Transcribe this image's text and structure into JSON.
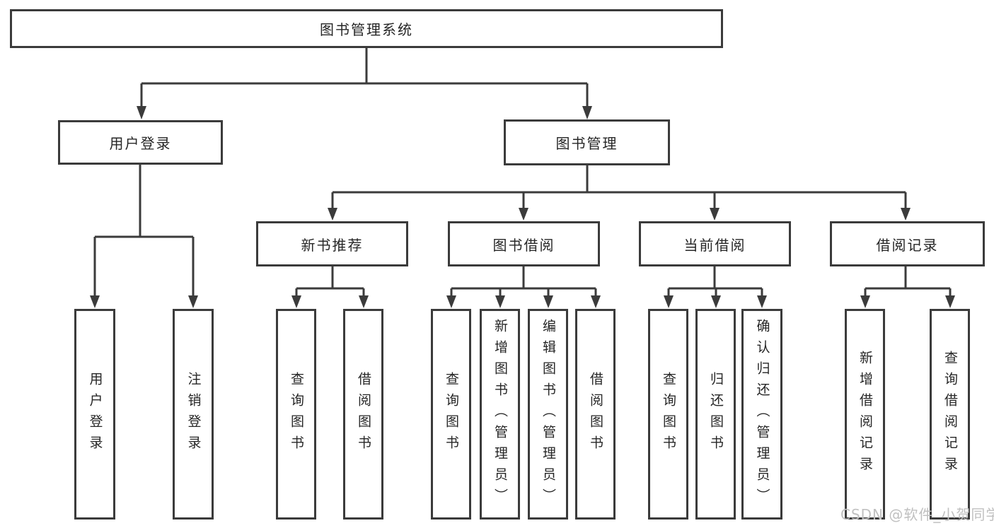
{
  "diagram": {
    "type": "hierarchy",
    "colors": {
      "line": "#3b3b3b",
      "box_border": "#3b3b3b",
      "box_fill": "#ffffff",
      "text": "#262626",
      "watermark": "#c0c0c0"
    },
    "tree": {
      "label": "图书管理系统",
      "children": [
        {
          "label": "用户登录",
          "children": [
            {
              "label": "用户登录"
            },
            {
              "label": "注销登录"
            }
          ]
        },
        {
          "label": "图书管理",
          "children": [
            {
              "label": "新书推荐",
              "children": [
                {
                  "label": "查询图书"
                },
                {
                  "label": "借阅图书"
                }
              ]
            },
            {
              "label": "图书借阅",
              "children": [
                {
                  "label": "查询图书"
                },
                {
                  "label": "新增图书（管理员）"
                },
                {
                  "label": "编辑图书（管理员）"
                },
                {
                  "label": "借阅图书"
                }
              ]
            },
            {
              "label": "当前借阅",
              "children": [
                {
                  "label": "查询图书"
                },
                {
                  "label": "归还图书"
                },
                {
                  "label": "确认归还（管理员）"
                }
              ]
            },
            {
              "label": "借阅记录",
              "children": [
                {
                  "label": "新增借阅记录"
                },
                {
                  "label": "查询借阅记录"
                }
              ]
            }
          ]
        }
      ]
    },
    "watermark": {
      "text": "CSDN @软件_小贺同学"
    }
  }
}
